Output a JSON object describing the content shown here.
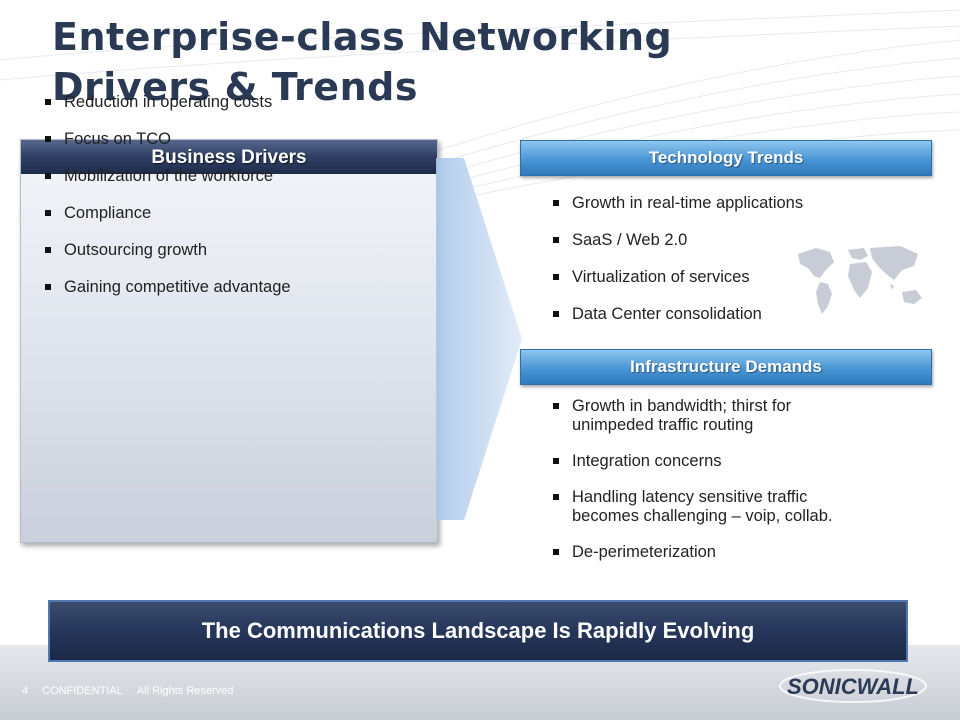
{
  "title": {
    "line1": "Enterprise-class Networking",
    "line2": "Drivers & Trends"
  },
  "business_drivers": {
    "header": "Business Drivers",
    "items": [
      "Reduction in operating costs",
      "Focus on TCO",
      "Mobilization of the workforce",
      "Compliance",
      "Outsourcing growth",
      "Gaining competitive advantage"
    ]
  },
  "technology_trends": {
    "header": "Technology Trends",
    "items": [
      "Growth in real-time applications",
      "SaaS / Web 2.0",
      "Virtualization of services",
      "Data Center consolidation"
    ]
  },
  "infrastructure_demands": {
    "header": "Infrastructure Demands",
    "items": [
      {
        "line1": "Growth in bandwidth; thirst for",
        "line2": "unimpeded traffic routing"
      },
      {
        "line1": "Integration concerns",
        "line2": ""
      },
      {
        "line1": "Handling latency sensitive traffic",
        "line2": "becomes challenging – voip, collab."
      },
      {
        "line1": "De-perimeterization",
        "line2": ""
      }
    ]
  },
  "banner": "The Communications Landscape Is Rapidly Evolving",
  "footer": {
    "page_number": "4",
    "confidential": "CONFIDENTIAL",
    "rights": "All Rights Reserved"
  },
  "logo": {
    "text": "SONICWALL",
    "color": "#2b3a57"
  },
  "colors": {
    "title": "#2a3a55",
    "accent_blue": "#4a95d4",
    "dark_navy": "#1f2c4b"
  }
}
